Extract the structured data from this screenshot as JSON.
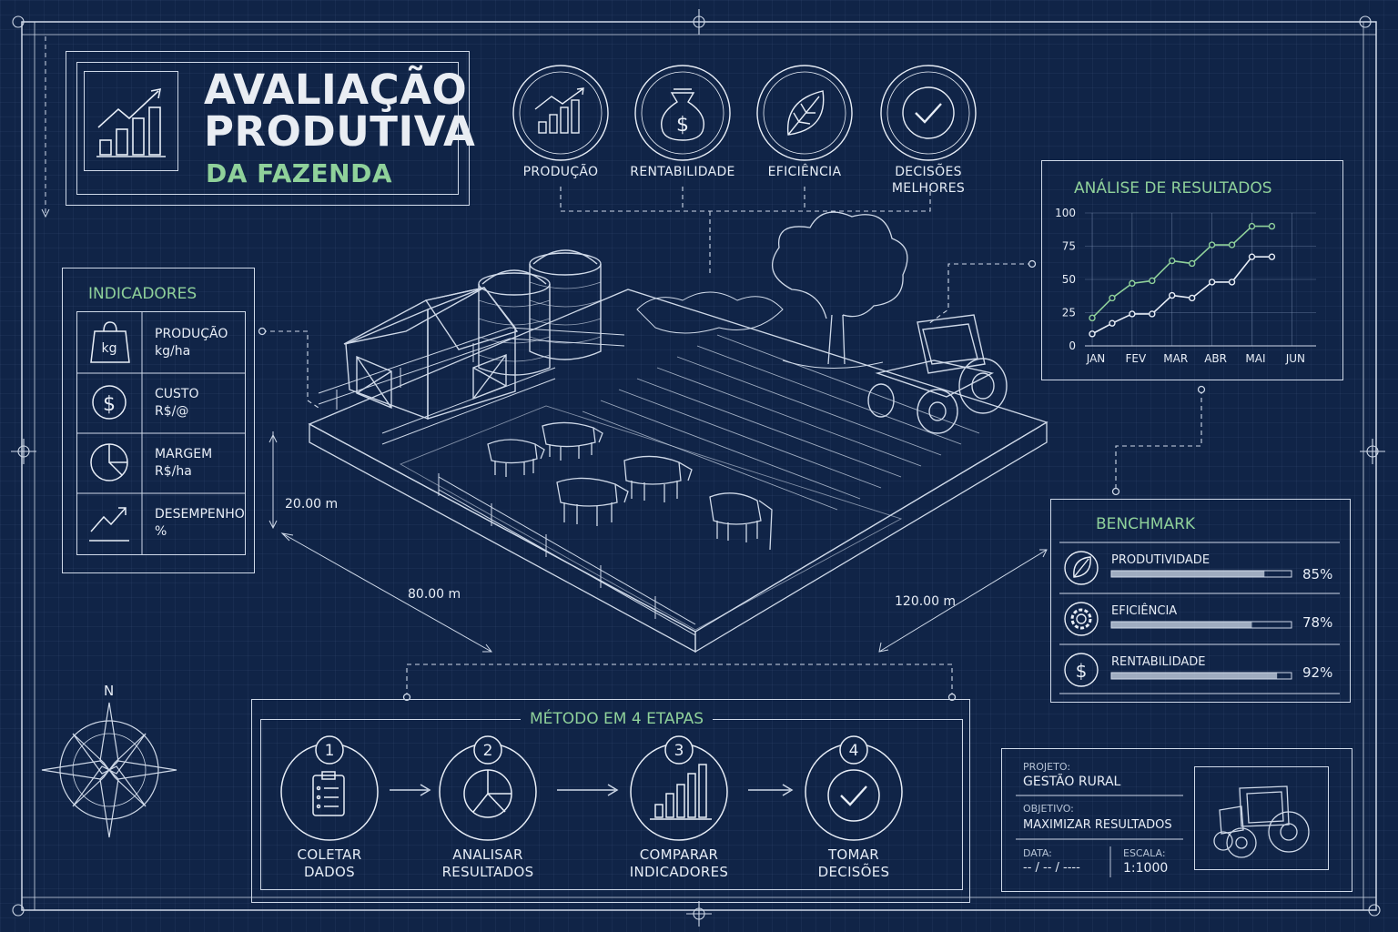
{
  "title": {
    "line1": "AVALIAÇÃO",
    "line2": "PRODUTIVA",
    "line3": "DA FAZENDA"
  },
  "pillars": [
    {
      "icon": "bar-chart-icon",
      "label": "PRODUÇÃO"
    },
    {
      "icon": "money-bag-icon",
      "label": "RENTABILIDADE"
    },
    {
      "icon": "leaf-icon",
      "label": "EFICIÊNCIA"
    },
    {
      "icon": "check-icon",
      "label_line1": "DECISÕES",
      "label_line2": "MELHORES"
    }
  ],
  "indicators": {
    "title": "INDICADORES",
    "items": [
      {
        "icon": "weight-icon",
        "icon_text": "kg",
        "name": "PRODUÇÃO",
        "unit": "kg/ha"
      },
      {
        "icon": "dollar-icon",
        "icon_text": "$",
        "name": "CUSTO",
        "unit": "R$/@"
      },
      {
        "icon": "pie-chart-icon",
        "name": "MARGEM",
        "unit": "R$/ha"
      },
      {
        "icon": "trend-up-icon",
        "name": "DESEMPENHO",
        "unit": "%"
      }
    ]
  },
  "dimensions": {
    "height": "20.00 m",
    "width": "80.00 m",
    "length": "120.00 m"
  },
  "chart_data": {
    "type": "line",
    "title": "ANÁLISE DE RESULTADOS",
    "categories": [
      "JAN",
      "FEV",
      "MAR",
      "ABR",
      "MAI",
      "JUN"
    ],
    "x_points": [
      0,
      0.5,
      1,
      1.5,
      2,
      2.5,
      3,
      3.5,
      4,
      4.5,
      5,
      5.5
    ],
    "series": [
      {
        "color": "#8fd19a",
        "values": [
          21,
          36,
          47,
          49,
          64,
          62,
          76,
          76,
          90,
          90
        ]
      },
      {
        "color": "#e8eef7",
        "values": [
          9,
          17,
          24,
          24,
          38,
          36,
          48,
          48,
          67,
          67
        ]
      }
    ],
    "yticks": [
      0,
      25,
      50,
      75,
      100
    ],
    "ylim": [
      0,
      100
    ],
    "grid": true
  },
  "benchmark": {
    "title": "BENCHMARK",
    "items": [
      {
        "icon": "leaf-icon",
        "label": "PRODUTIVIDADE",
        "value": 85,
        "value_text": "85%"
      },
      {
        "icon": "gear-icon",
        "label": "EFICIÊNCIA",
        "value": 78,
        "value_text": "78%"
      },
      {
        "icon": "dollar-icon",
        "icon_text": "$",
        "label": "RENTABILIDADE",
        "value": 92,
        "value_text": "92%"
      }
    ]
  },
  "method": {
    "title": "MÉTODO EM 4 ETAPAS",
    "steps": [
      {
        "num": "1",
        "icon": "clipboard-icon",
        "line1": "COLETAR",
        "line2": "DADOS"
      },
      {
        "num": "2",
        "icon": "pie-chart-icon",
        "line1": "ANALISAR",
        "line2": "RESULTADOS"
      },
      {
        "num": "3",
        "icon": "bar-chart-icon",
        "line1": "COMPARAR",
        "line2": "INDICADORES"
      },
      {
        "num": "4",
        "icon": "check-icon",
        "line1": "TOMAR",
        "line2": "DECISÕES"
      }
    ]
  },
  "compass": {
    "north": "N"
  },
  "title_block": {
    "project_label": "PROJETO:",
    "project_value": "GESTÃO RURAL",
    "objective_label": "OBJETIVO:",
    "objective_value": "MAXIMIZAR RESULTADOS",
    "date_label": "DATA:",
    "date_value": "-- / -- / ----",
    "scale_label": "ESCALA:",
    "scale_value": "1:1000"
  },
  "colors": {
    "background": "#102447",
    "line": "#cfd9e8",
    "accent": "#8fd19a"
  }
}
